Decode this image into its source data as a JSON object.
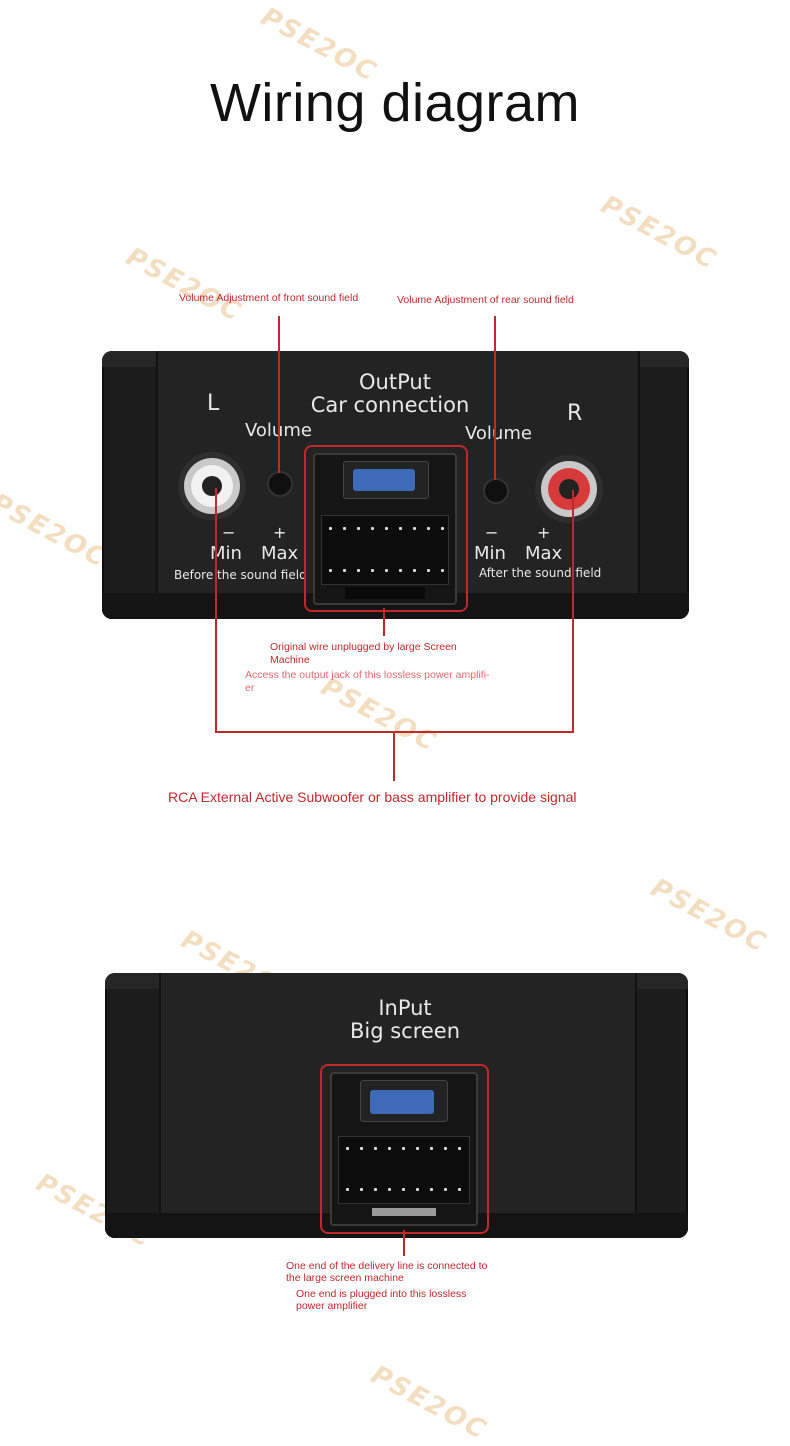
{
  "title": "Wiring diagram",
  "watermark": "PSE2OC",
  "output_device": {
    "header_line1": "OutPut",
    "header_line2": "Car connection",
    "left_label": "L",
    "right_label": "R",
    "volume_left": "Volume",
    "volume_right": "Volume",
    "minus_left": "−",
    "plus_left": "+",
    "min_left": "Min",
    "max_left": "Max",
    "minus_right": "−",
    "plus_right": "+",
    "min_right": "Min",
    "max_right": "Max",
    "before_sound_field": "Before the sound field",
    "after_sound_field": "After the sound field"
  },
  "input_device": {
    "header_line1": "InPut",
    "header_line2": "Big screen"
  },
  "annotations": {
    "front_volume": "Volume Adjustment of front sound field",
    "rear_volume": "Volume Adjustment of rear sound field",
    "original_wire_line1": "Original wire unplugged by large Screen",
    "original_wire_line2": "Machine",
    "access_output_line1": "Access the output jack of this lossless power amplifi-",
    "access_output_line2": "er",
    "rca": "RCA External Active Subwoofer or bass amplifier to provide signal",
    "delivery_line1": "One end of the delivery line is connected to",
    "delivery_line2": "the large screen machine",
    "plugged_line1": "One end is plugged into this lossless",
    "plugged_line2": "power amplifier"
  },
  "colors": {
    "annotation_red": "#c0282c",
    "device_body": "#1c1c1c",
    "fuse_blue": "#3d6bb8",
    "watermark": "#f2d9b8"
  }
}
